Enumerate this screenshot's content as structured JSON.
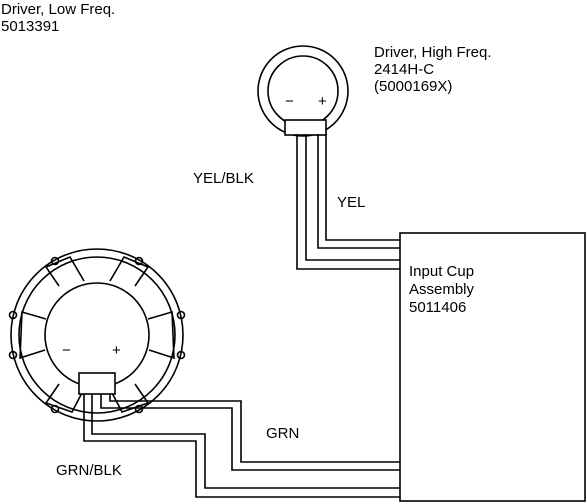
{
  "colors": {
    "line": "#000000",
    "background": "#ffffff"
  },
  "low_freq_driver": {
    "title": "Driver, Low Freq.",
    "part_number": "5013391",
    "minus": "−",
    "plus": "+"
  },
  "high_freq_driver": {
    "title": "Driver, High Freq.",
    "model": "2414H-C",
    "part_number": "(5000169X)",
    "minus": "−",
    "plus": "+"
  },
  "input_cup": {
    "line1": "Input Cup",
    "line2": "Assembly",
    "part_number": "5011406"
  },
  "wires": {
    "yel_blk": "YEL/BLK",
    "yel": "YEL",
    "grn": "GRN",
    "grn_blk": "GRN/BLK"
  }
}
